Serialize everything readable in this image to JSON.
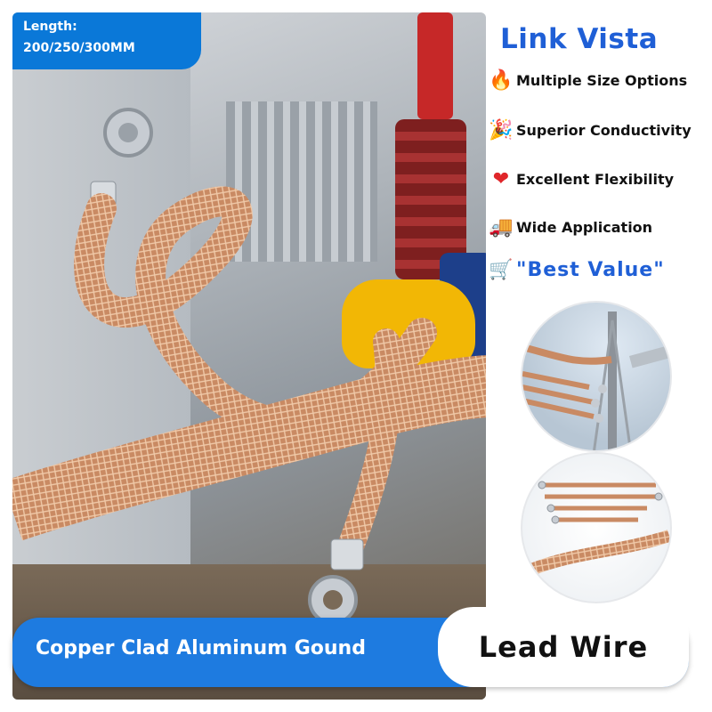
{
  "banner": {
    "length_label": "Length:",
    "length_values": "200/250/300MM"
  },
  "brand": {
    "logo_text": "Link Vista",
    "color": "#1f5fd6"
  },
  "features": [
    {
      "icon": "fire-icon",
      "glyph": "🔥",
      "label": "Multiple Size Options"
    },
    {
      "icon": "party-popper-icon",
      "glyph": "🎉",
      "label": "Superior Conductivity"
    },
    {
      "icon": "heart-icon",
      "glyph": "❤️",
      "label": "Excellent Flexibility"
    },
    {
      "icon": "truck-icon",
      "glyph": "🚚",
      "label": "Wide Application"
    },
    {
      "icon": "shopping-cart-icon",
      "glyph": "🛒",
      "label": "\"Best Value\""
    }
  ],
  "footer": {
    "product_text": "Copper Clad Aluminum Gound",
    "title": "Lead Wire"
  },
  "colors": {
    "accent_blue": "#1e7be0",
    "copper": "#c98a63"
  }
}
